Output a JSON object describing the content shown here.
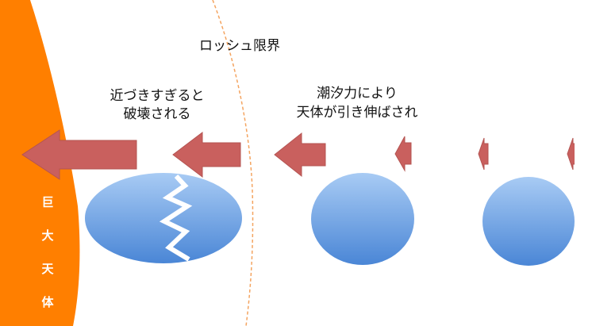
{
  "labels": {
    "roche_limit": "ロッシュ限界",
    "too_close_line1": "近づきすぎると",
    "too_close_line2": "破壊される",
    "tidal_line1": "潮汐力により",
    "tidal_line2": "天体が引き伸ばされ",
    "giant_body_chars": [
      "巨",
      "大",
      "天",
      "体"
    ]
  },
  "colors": {
    "giant_body": "#ff7f00",
    "roche_line": "#f4a460",
    "arrow_fill": "#c9605e",
    "arrow_stroke": "#b45452",
    "body_top": "#a8cbf4",
    "body_bottom": "#4a86d6",
    "crack": "#ffffff"
  }
}
